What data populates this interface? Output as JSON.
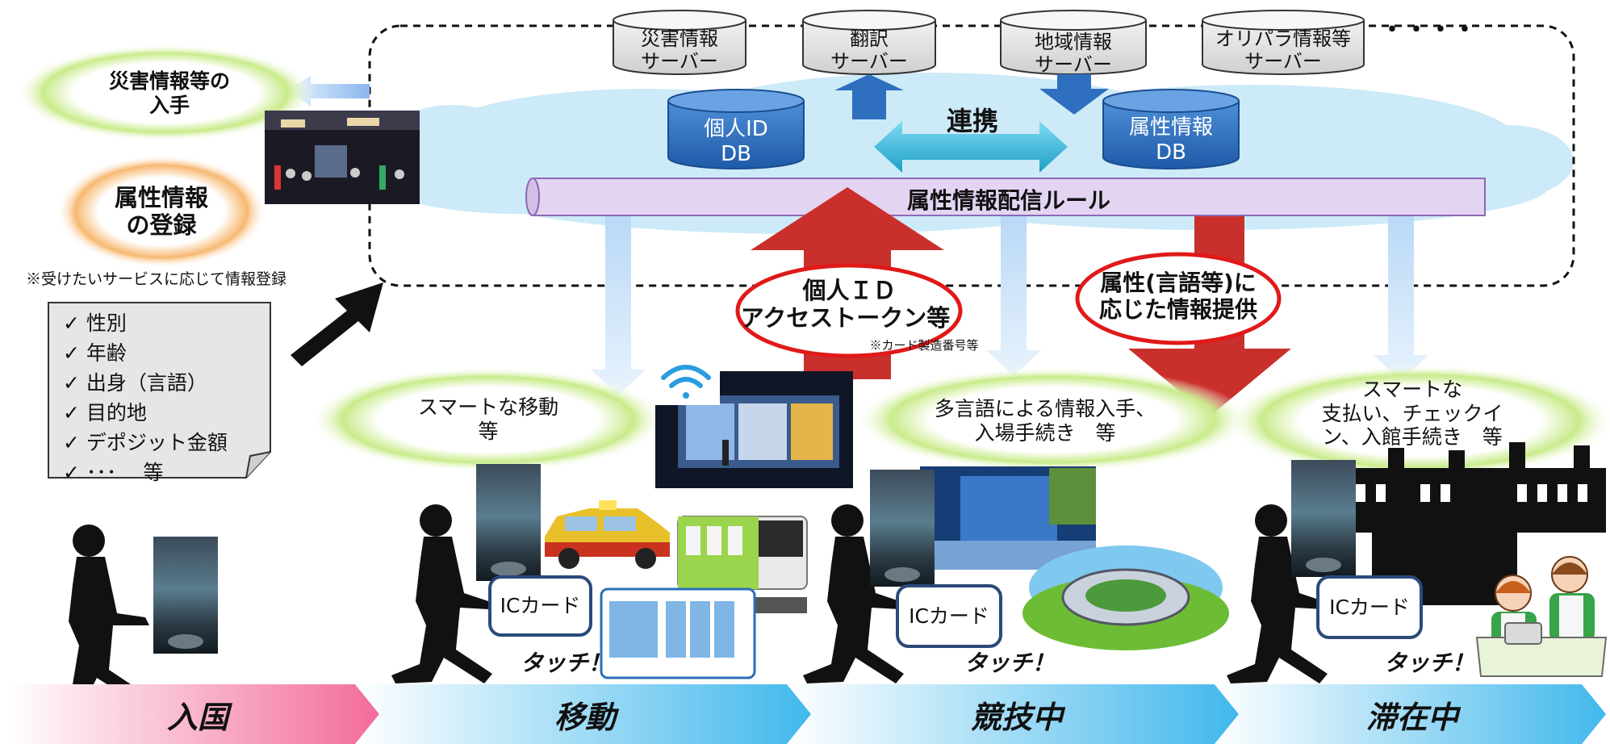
{
  "diagram": {
    "left": {
      "disaster_info": [
        "災害情報等の",
        "入手"
      ],
      "attr_register": [
        "属性情報",
        "の登録"
      ],
      "note": "※受けたいサービスに応じて情報登録",
      "checklist": [
        "性別",
        "年齢",
        "出身（言語）",
        "目的地",
        "デポジット金額",
        "･･･　 等"
      ]
    },
    "servers": [
      {
        "line1": "災害情報",
        "line2": "サーバー"
      },
      {
        "line1": "翻訳",
        "line2": "サーバー"
      },
      {
        "line1": "地域情報",
        "line2": "サーバー"
      },
      {
        "line1": "オリパラ情報等",
        "line2": "サーバー"
      }
    ],
    "servers_more": "・・・・",
    "dbs": [
      {
        "line1": "個人ID",
        "line2": "DB"
      },
      {
        "line1": "属性情報",
        "line2": "DB"
      }
    ],
    "link_label": "連携",
    "rule_bar": "属性情報配信ルール",
    "access_token": {
      "line1": "個人ＩＤ",
      "line2": "アクセストークン等",
      "note": "※カード製造番号等"
    },
    "attr_info": {
      "line1": "属性(言語等)に",
      "line2": "応じた情報提供"
    },
    "services": [
      {
        "line1": "スマートな移動",
        "line2": "等"
      },
      {
        "line1": "多言語による情報入手、",
        "line2": "入場手続き　等"
      },
      {
        "line1": "スマートな",
        "line2": "支払い、チェックイ",
        "line3": "ン、入館手続き　等"
      }
    ],
    "ic_card": "ICカード",
    "touch": "タッチ！",
    "phases": [
      "入国",
      "移動",
      "競技中",
      "滞在中"
    ],
    "colors": {
      "red_arrow": "#c9302c",
      "blue_arrow": "#3f7fc9",
      "cloud": "#cdeaf8",
      "db": "#2f6fc0",
      "rule_bar": "#e3d4f2",
      "green_glow": "#c9eb8a",
      "orange_glow": "#f8b870",
      "pink_phase": "#f36c9a",
      "blue_phase": "#41b8ec"
    }
  }
}
